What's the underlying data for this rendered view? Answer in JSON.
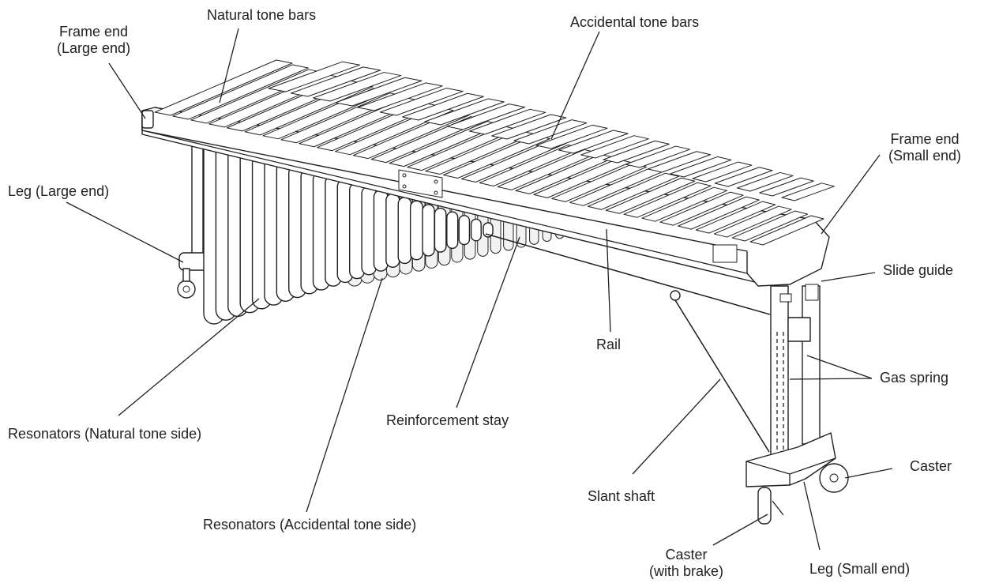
{
  "labels": {
    "natural_tone_bars": "Natural tone bars",
    "accidental_tone_bars": "Accidental tone bars",
    "frame_end_large_1": "Frame end",
    "frame_end_large_2": "(Large end)",
    "frame_end_small_1": "Frame end",
    "frame_end_small_2": "(Small end)",
    "leg_large_end": "Leg (Large end)",
    "slide_guide": "Slide guide",
    "rail": "Rail",
    "gas_spring": "Gas spring",
    "resonators_natural": "Resonators (Natural tone side)",
    "reinforcement_stay": "Reinforcement stay",
    "caster": "Caster",
    "slant_shaft": "Slant shaft",
    "resonators_accidental": "Resonators (Accidental tone side)",
    "caster_brake_1": "Caster",
    "caster_brake_2": "(with brake)",
    "leg_small_end": "Leg (Small end)"
  }
}
